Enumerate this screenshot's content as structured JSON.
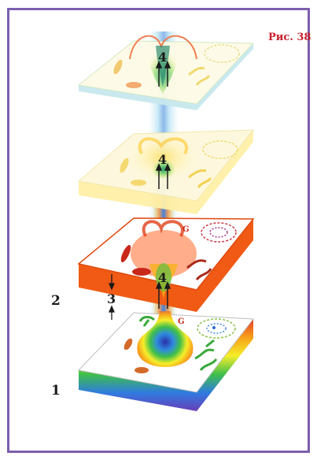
{
  "figure": {
    "label": "Рис. 38",
    "label_color": "#c81e2a",
    "border_color": "#7c5fae"
  },
  "side_labels": {
    "level_one": "1",
    "level_two": "2"
  },
  "markers": {
    "gap": "3",
    "center_top": "4",
    "center_upper": "4",
    "center_lower": "4",
    "golgi": "G"
  },
  "layers": [
    {
      "name": "top-cell-layer",
      "fill": "#fdfbe6",
      "edge": "#c8e8ef"
    },
    {
      "name": "upper-cell-layer",
      "fill": "#fdf6cf",
      "edge": "#fff0a8"
    },
    {
      "name": "orange-cell-layer",
      "fill": "#ffffff",
      "edge": "#f05a14"
    },
    {
      "name": "base-cell-layer",
      "fill": "#ffffff",
      "edge": "spectrum"
    }
  ],
  "icons": [
    "up-arrow-icon",
    "down-arrow-icon",
    "energy-funnel-icon"
  ]
}
